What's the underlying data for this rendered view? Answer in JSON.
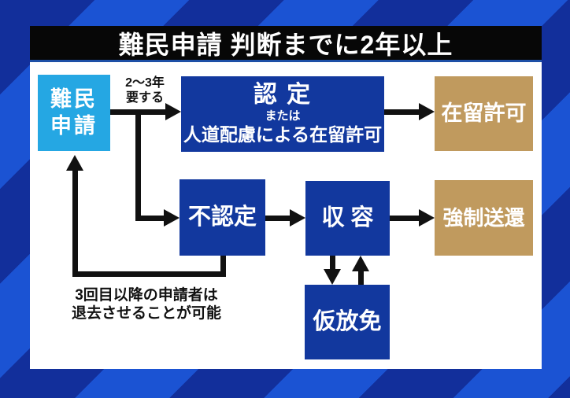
{
  "title_bar": {
    "text": "難民申請 判断までに2年以上"
  },
  "colors": {
    "background_stripe_bright": "#1b53d3",
    "background_stripe_dark": "#122f9b",
    "panel_background": "#ffffff",
    "title_bar_background": "#070707",
    "title_bar_underline": "#1d4fa6",
    "node_cyan": "#25a7e3",
    "node_blue": "#12389e",
    "node_tan": "#c09a5e",
    "arrow_black": "#111111"
  },
  "diagram": {
    "application": {
      "line1": "難民",
      "line2": "申請"
    },
    "duration_note": {
      "line1": "2〜3年",
      "line2": "要する"
    },
    "recognized": {
      "line1": "認 定",
      "line2": "または",
      "line3": "人道配慮による在留許可"
    },
    "residence_permit": {
      "label": "在留許可"
    },
    "not_recognized": {
      "label": "不認定"
    },
    "detention": {
      "label": "収 容"
    },
    "deportation": {
      "label": "強制送還"
    },
    "provisional_release": {
      "label": "仮放免"
    },
    "reapply_note": {
      "line1": "3回目以降の申請者は",
      "line2": "退去させることが可能"
    }
  }
}
